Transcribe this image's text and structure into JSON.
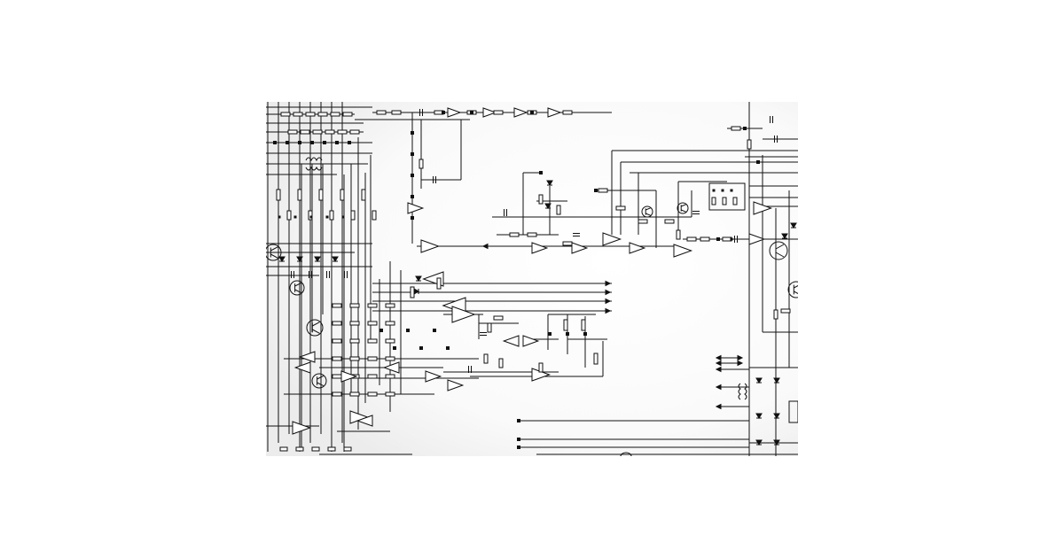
{
  "image": {
    "kind": "circuit-schematic",
    "background": "#ffffff",
    "paper_gradient": [
      "#ffffff",
      "#eeeeee"
    ],
    "line_color": "#111111",
    "has_text_labels": false
  },
  "schematic": {
    "component_types": [
      "resistor",
      "capacitor",
      "diode",
      "op-amp",
      "transistor",
      "transformer",
      "terminal-arrow",
      "junction-dot"
    ],
    "block_names": [
      "upper-left-control-block",
      "upper-mid-amplifier-chain",
      "center-left-opamp-cluster",
      "center-filter-chain",
      "right-side-power-block",
      "bottom-bus-lines"
    ]
  }
}
